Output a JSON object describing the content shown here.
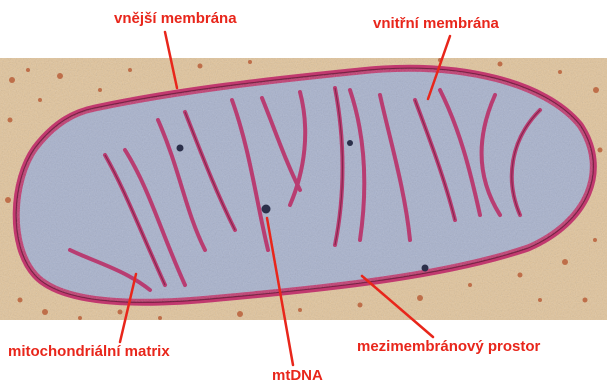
{
  "image": {
    "subject": "mitochondrie",
    "colors": {
      "label": "#e8261b",
      "membrane": "#c1396f",
      "matrix": "#a9b3cf",
      "cytoplasm": "#e4c9a0"
    }
  },
  "labels": {
    "outer_membrane": "vnější membrána",
    "inner_membrane": "vnitřní membrána",
    "matrix": "mitochondriální matrix",
    "mtdna": "mtDNA",
    "intermembrane_space": "mezimembránový prostor"
  }
}
